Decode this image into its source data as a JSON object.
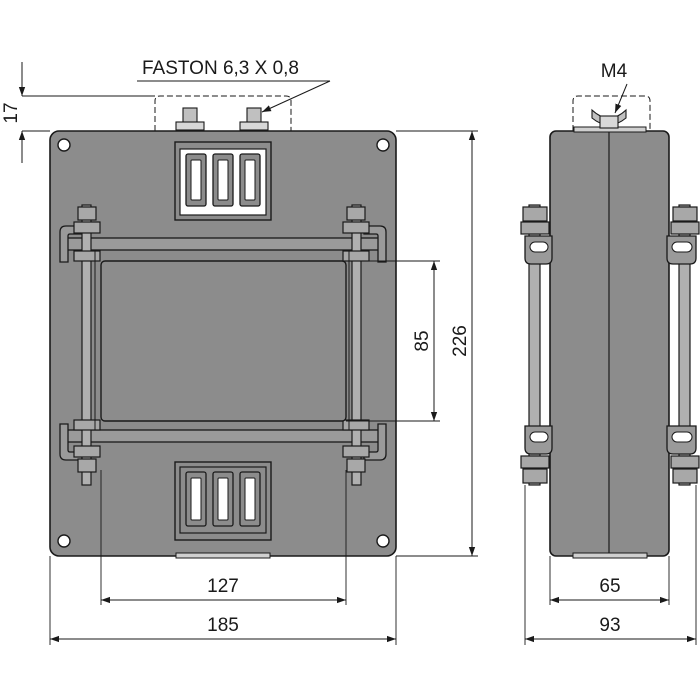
{
  "labels": {
    "faston": "FASTON 6,3 X 0,8",
    "m4": "M4",
    "dim_17": "17",
    "dim_226": "226",
    "dim_85": "85",
    "dim_127": "127",
    "dim_185": "185",
    "dim_65": "65",
    "dim_93": "93"
  }
}
